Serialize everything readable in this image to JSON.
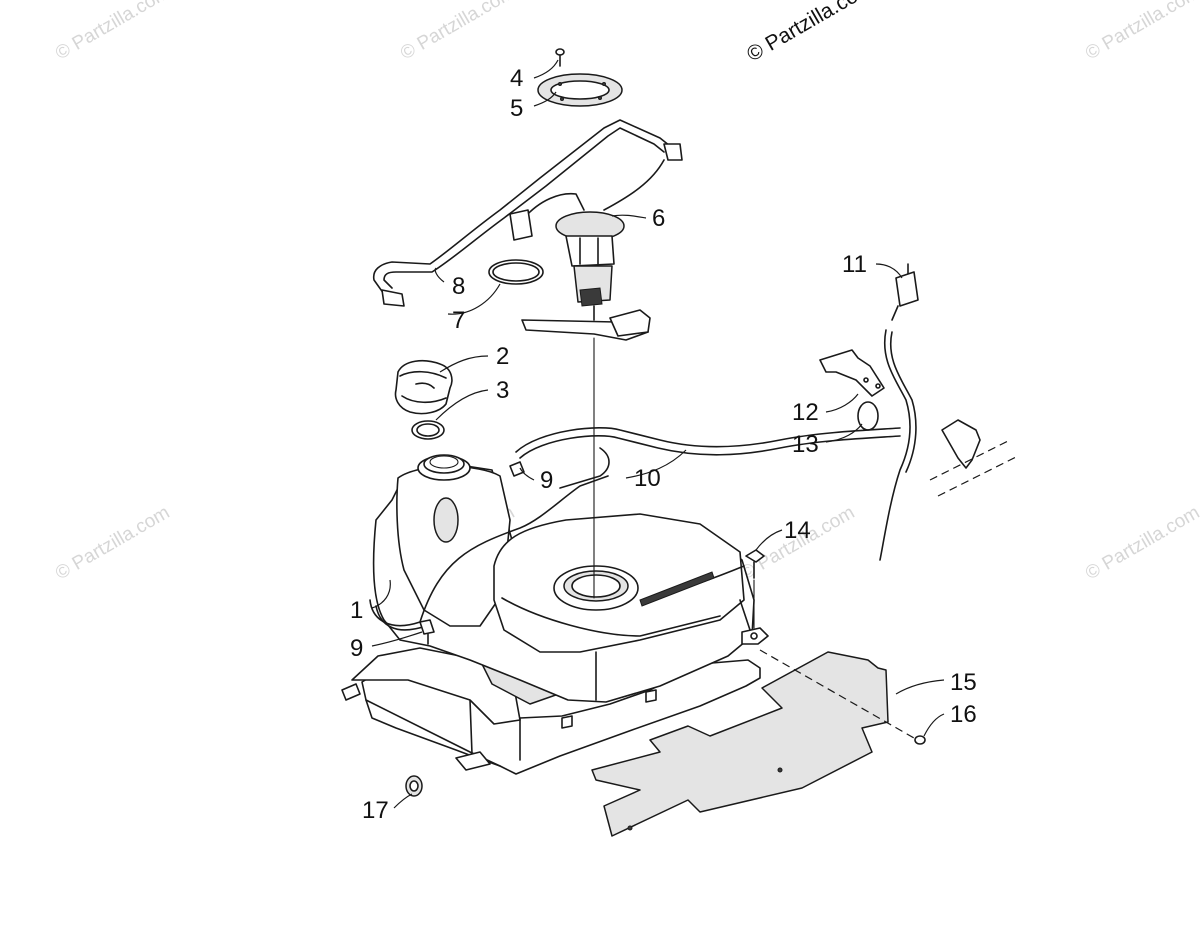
{
  "copyright": "© Partzilla.com",
  "watermark": "© Partzilla.com",
  "callouts": [
    {
      "id": "1",
      "text": "1"
    },
    {
      "id": "2",
      "text": "2"
    },
    {
      "id": "3",
      "text": "3"
    },
    {
      "id": "4",
      "text": "4"
    },
    {
      "id": "5",
      "text": "5"
    },
    {
      "id": "6",
      "text": "6"
    },
    {
      "id": "7",
      "text": "7"
    },
    {
      "id": "8",
      "text": "8"
    },
    {
      "id": "9a",
      "text": "9"
    },
    {
      "id": "9b",
      "text": "9"
    },
    {
      "id": "10",
      "text": "10"
    },
    {
      "id": "11",
      "text": "11"
    },
    {
      "id": "12",
      "text": "12"
    },
    {
      "id": "13",
      "text": "13"
    },
    {
      "id": "14",
      "text": "14"
    },
    {
      "id": "15",
      "text": "15"
    },
    {
      "id": "16",
      "text": "16"
    },
    {
      "id": "17",
      "text": "17"
    }
  ]
}
